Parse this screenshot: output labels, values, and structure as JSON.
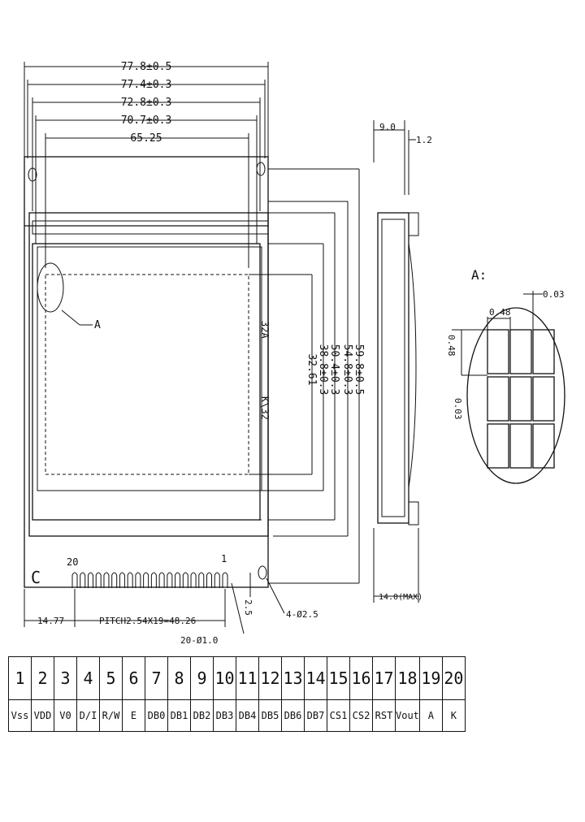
{
  "dimensions": {
    "top": [
      "77.8±0.5",
      "77.4±0.3",
      "72.8±0.3",
      "70.7±0.3",
      "65.25"
    ],
    "right": [
      "32.61",
      "38.8±0.3",
      "50.4±0.3",
      "54.8±0.3",
      "59.8±0.5"
    ],
    "side": {
      "thickness": "9.0",
      "offset": "1.2",
      "max": "14.0(MAX)"
    },
    "bottom": {
      "edge": "14.77",
      "pitch": "PITCH2.54X19=48.26",
      "pin_hole": "20-Ø1.0",
      "pin_offset": "2.5",
      "mount_holes": "4-Ø2.5"
    }
  },
  "labels": {
    "detail_ref": "A",
    "detail_title": "A:",
    "pin_first": "1",
    "pin_last": "20",
    "corner_left": "C",
    "vertical_top": "32A",
    "vertical_bottom": "K\\32"
  },
  "detail": {
    "dot": "0.48",
    "gap": "0.03",
    "dot_v": "0.48",
    "gap_v": "0.03"
  },
  "pin_table": {
    "numbers": [
      "1",
      "2",
      "3",
      "4",
      "5",
      "6",
      "7",
      "8",
      "9",
      "10",
      "11",
      "12",
      "13",
      "14",
      "15",
      "16",
      "17",
      "18",
      "19",
      "20"
    ],
    "signals": [
      "Vss",
      "VDD",
      "V0",
      "D/I",
      "R/W",
      "E",
      "DB0",
      "DB1",
      "DB2",
      "DB3",
      "DB4",
      "DB5",
      "DB6",
      "DB7",
      "CS1",
      "CS2",
      "RST",
      "Vout",
      "A",
      "K"
    ]
  }
}
